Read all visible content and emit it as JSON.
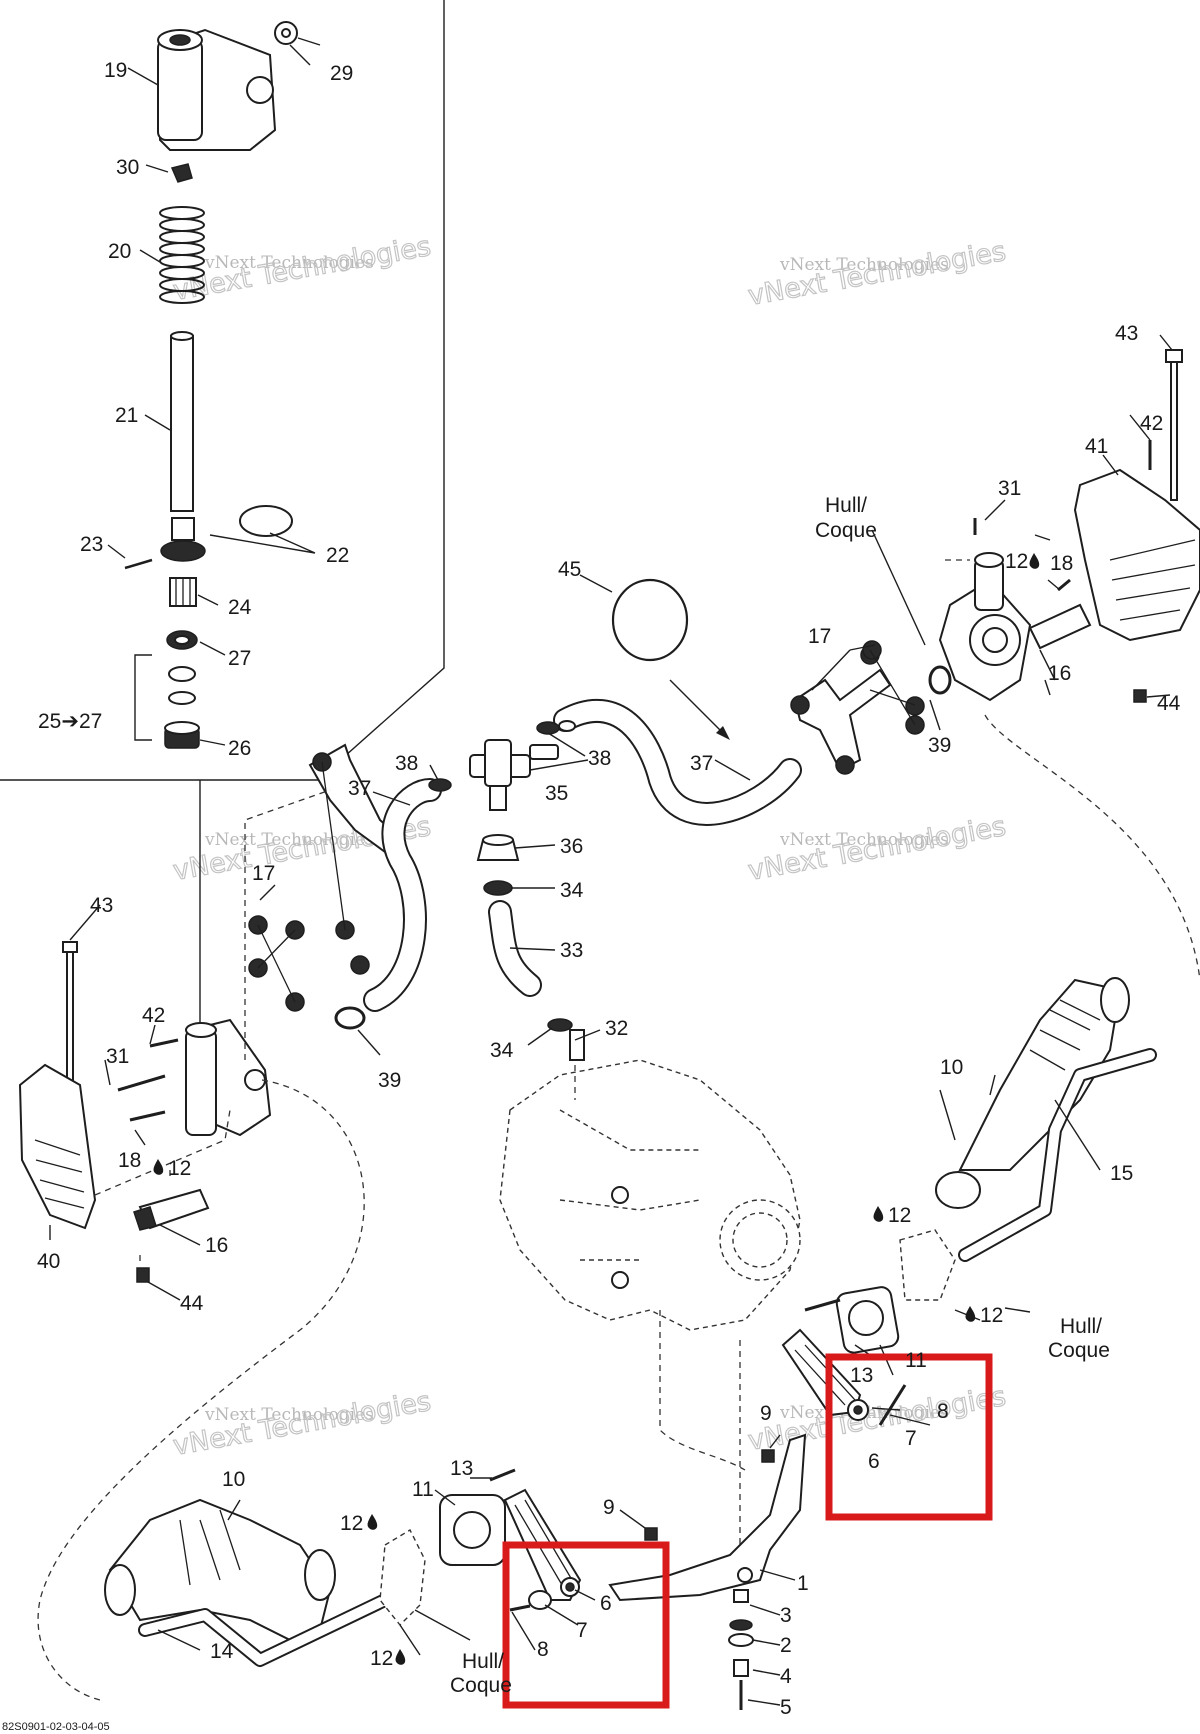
{
  "diagram": {
    "reference_code": "82S0901-02-03-04-05",
    "watermark": {
      "line1": "vNext Technologies",
      "line2": "vNext Technologies"
    },
    "notes": {
      "hull_coque_line1": "Hull/",
      "hull_coque_line2": "Coque",
      "kit_range": "25➔27"
    },
    "drop_icon": "oil-drop-icon",
    "highlight_color": "#d91a1a",
    "callouts": [
      "1",
      "2",
      "3",
      "4",
      "5",
      "6",
      "7",
      "8",
      "9",
      "10",
      "11",
      "12",
      "13",
      "14",
      "15",
      "16",
      "17",
      "18",
      "19",
      "20",
      "21",
      "22",
      "23",
      "24",
      "26",
      "27",
      "29",
      "30",
      "31",
      "32",
      "33",
      "34",
      "35",
      "36",
      "37",
      "38",
      "39",
      "40",
      "41",
      "42",
      "43",
      "44",
      "45"
    ]
  }
}
